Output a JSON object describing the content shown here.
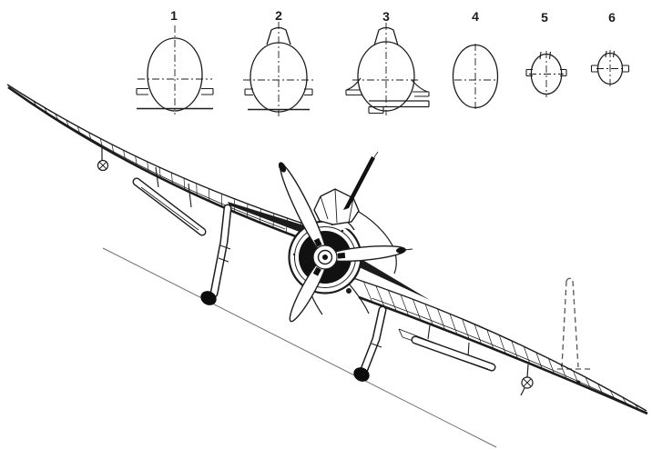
{
  "page": {
    "background": "#ffffff",
    "ink_color": "#1c1c1c",
    "ground_line_color": "#6f6f6f",
    "hidden_line_color": "#555555"
  },
  "cross_sections": {
    "labels": [
      "1",
      "2",
      "3",
      "4",
      "5",
      "6"
    ]
  }
}
